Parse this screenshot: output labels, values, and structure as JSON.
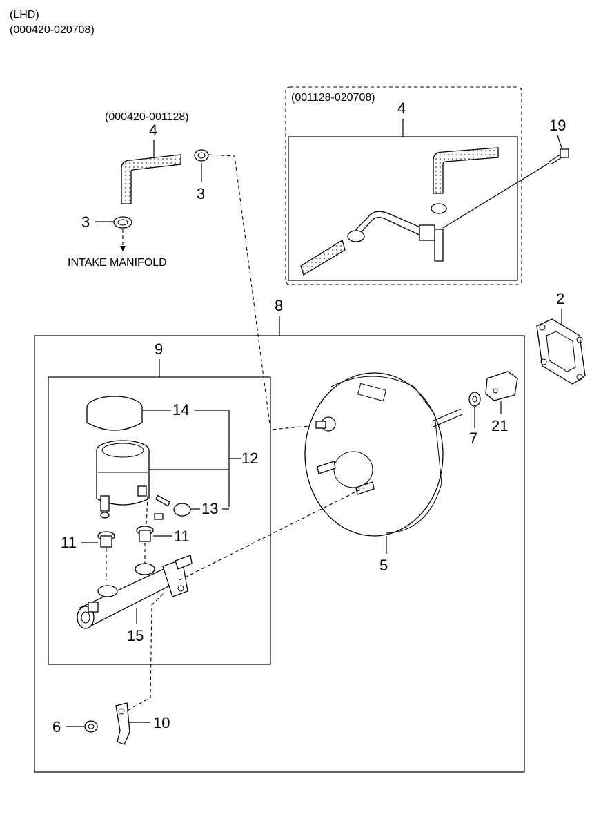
{
  "header": {
    "line1": "(LHD)",
    "line2": "(000420-020708)"
  },
  "groups": {
    "hose_early_range": "(000420-001128)",
    "hose_late_range": "(001128-020708)"
  },
  "notes": {
    "intake_manifold": "INTAKE MANIFOLD"
  },
  "callouts": {
    "c2": "2",
    "c3a": "3",
    "c3b": "3",
    "c4a": "4",
    "c4b": "4",
    "c5": "5",
    "c6": "6",
    "c7": "7",
    "c8": "8",
    "c9": "9",
    "c10": "10",
    "c11a": "11",
    "c11b": "11",
    "c12": "12",
    "c13": "13",
    "c14": "14",
    "c15": "15",
    "c19": "19",
    "c21": "21"
  }
}
